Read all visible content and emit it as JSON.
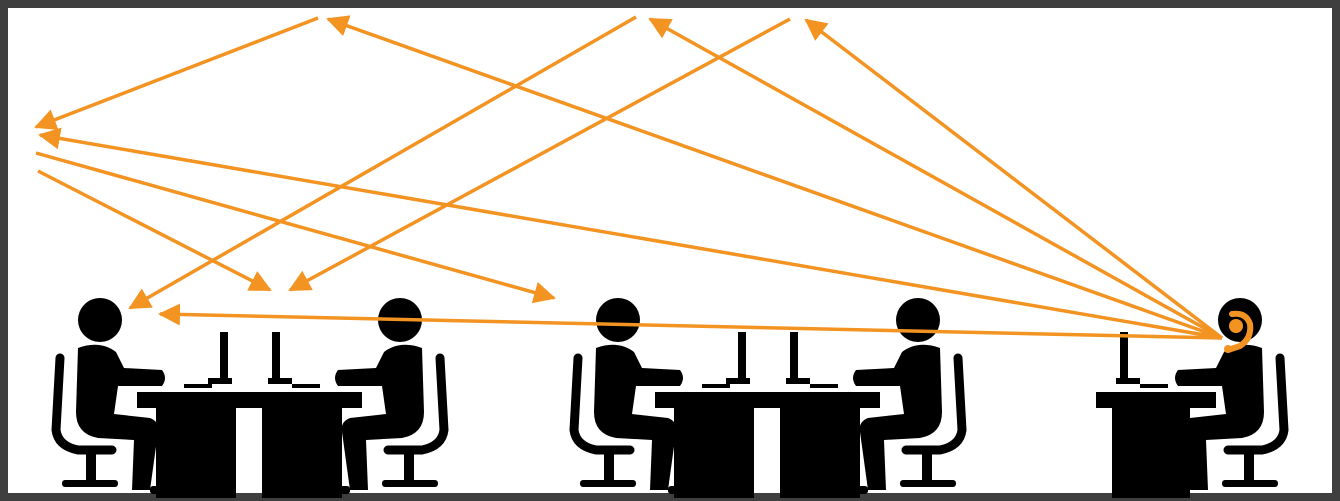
{
  "diagram": {
    "accent_color": "#f29322",
    "figure_color": "#000000",
    "frame_color": "#3f3f3f",
    "workstations": [
      {
        "id": "desk-left",
        "people": [
          "person-facing-right",
          "person-facing-left"
        ],
        "monitors": 2
      },
      {
        "id": "desk-middle",
        "people": [
          "person-facing-right",
          "person-facing-left"
        ],
        "monitors": 2
      },
      {
        "id": "desk-right",
        "people": [
          "person-with-headset"
        ],
        "monitors": 1
      }
    ],
    "icons": [
      "person-icon",
      "desk-icon",
      "monitor-icon",
      "office-chair-icon",
      "headset-icon",
      "arrow-icon"
    ]
  }
}
